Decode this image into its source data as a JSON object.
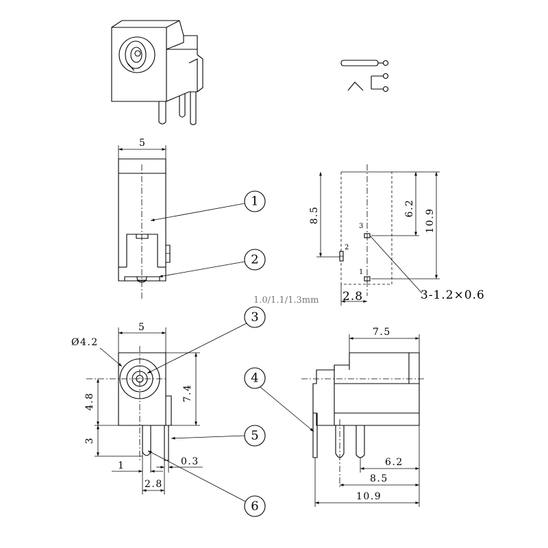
{
  "callouts": [
    {
      "label": "1"
    },
    {
      "label": "2"
    },
    {
      "label": "3"
    },
    {
      "label": "4"
    },
    {
      "label": "5"
    },
    {
      "label": "6"
    }
  ],
  "top_view": {
    "width_dim": "5"
  },
  "pcb_layout": {
    "height_total": "10.9",
    "height_mid": "8.5",
    "height_short": "6.2",
    "pin_spacing": "2.8",
    "slot_note": "3-1.2×0.6",
    "pin_numbers": [
      "1",
      "2",
      "3"
    ]
  },
  "pin_note": "1.0/1.1/1.3mm",
  "front_view": {
    "width_dim": "5",
    "hole_diameter": "Ø4.2",
    "height_dim": "7.4",
    "center_height": "4.8",
    "pin_length": "3",
    "pin_offset": "1",
    "pin_gap": "0.3",
    "pin_spacing": "2.8"
  },
  "side_view": {
    "depth_dim": "7.5",
    "pin_dim_short": "6.2",
    "pin_dim_mid": "8.5",
    "pin_dim_total": "10.9"
  }
}
